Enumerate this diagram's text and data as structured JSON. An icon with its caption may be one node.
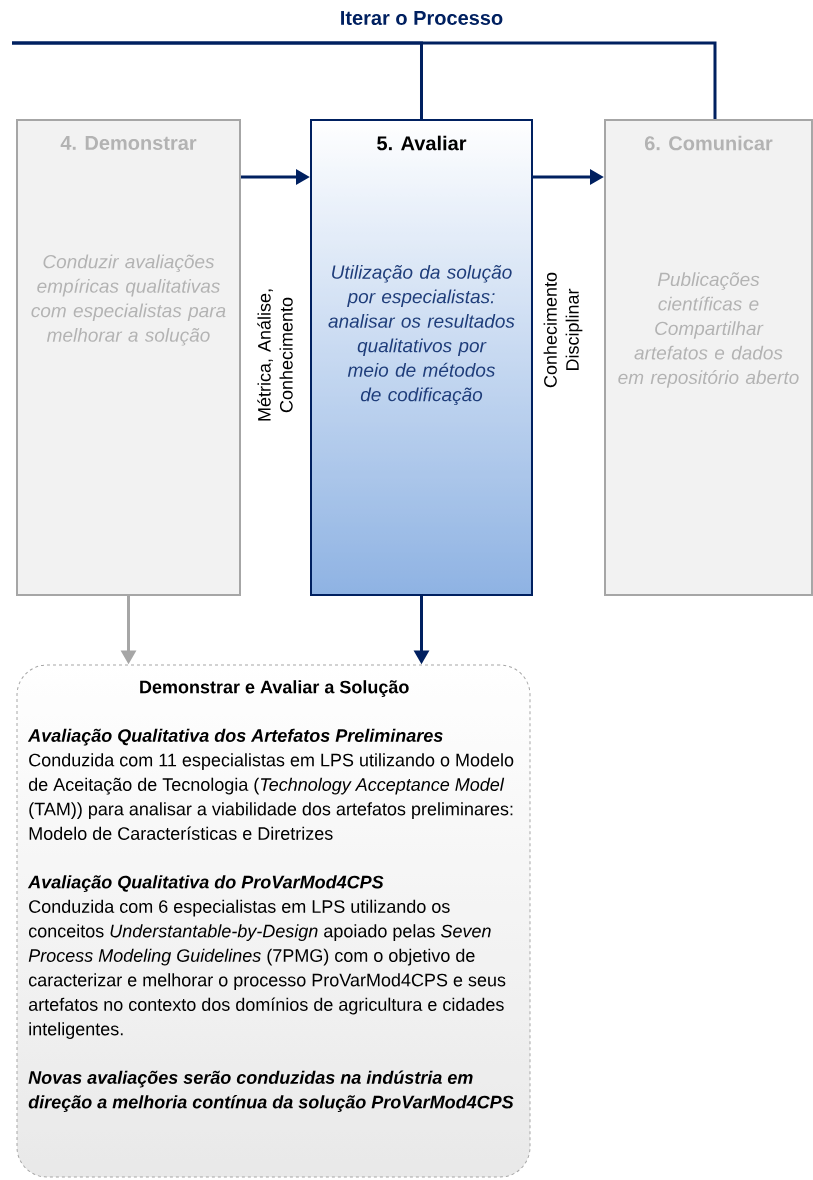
{
  "diagram": {
    "nodes": [
      {
        "text": [
          "4. Demonstrar",
          "Conduzir avaliações empíricas qualitativas com especialistas para melhorar a solução"
        ]
      },
      {
        "text": [
          "5. Avaliar",
          "Utilização da solução por especialistas: analisar os resultados qualitativos por meio de métodos de codificação"
        ]
      },
      {
        "text": [
          "6. Comunicar",
          "Publicações científicas e Compartilhar artefatos e dados em repositório aberto"
        ]
      },
      {
        "text": [
          "Demonstrar e Avaliar a Solução",
          "Avaliação Qualitativa dos Artefatos Preliminares",
          "Conduzida com 11 especialistas em LPS utilizando o Modelo de Aceitação de Tecnologia (*Technology Acceptance Model* (TAM)) para analisar a viabilidade dos artefatos preliminares: Modelo de Características e Diretrizes",
          "Avaliação Qualitativa do ProVarMod4CPS",
          "Conduzida com 6 especialistas em LPS utilizando os conceitos *Understantable-by-Design* apoiado pelas *Seven Process Modeling Guidelines* (7PMG) com o objetivo de caracterizar e melhorar o processo ProVarMod4CPS e seus artefatos no contexto dos domínios de agricultura e cidades inteligentes.",
          "Novas avaliações serão conduzidas na indústria em direção a melhoria contínua da solução ProVarMod4CPS"
        ]
      }
    ],
    "edges": [
      {
        "from": null,
        "to": 1,
        "arrow": "none",
        "label": "Iterar o Processo"
      },
      {
        "from": null,
        "to": 2,
        "arrow": "none"
      },
      {
        "from": 0,
        "to": 1,
        "arrow": "to"
      },
      {
        "from": 1,
        "to": 2,
        "arrow": "to"
      },
      {
        "from": 0,
        "to": 3,
        "arrow": "to",
        "color": "#a6a6a6"
      },
      {
        "from": 1,
        "to": 3,
        "arrow": "to"
      }
    ],
    "labels": [
      "Métrica, Análise, Conhecimento",
      "Conhecimento Disciplinar"
    ]
  }
}
